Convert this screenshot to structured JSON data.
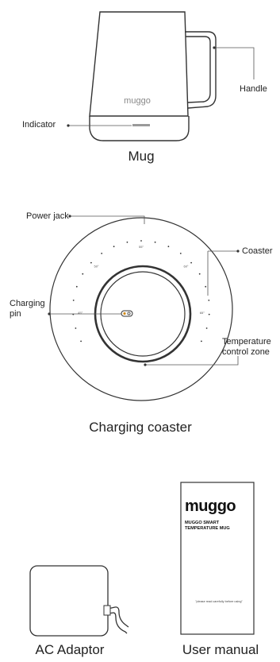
{
  "mug": {
    "title": "Mug",
    "brand": "muggo",
    "labels": {
      "indicator": "Indicator",
      "handle": "Handle"
    }
  },
  "coaster": {
    "title": "Charging coaster",
    "labels": {
      "power_jack": "Power jack",
      "coaster": "Coaster",
      "charging_pin": "Charging\npin",
      "temperature_zone": "Temperature\ncontrol zone"
    },
    "temp_marks": [
      "45°",
      "50°",
      "55°",
      "60°",
      "65°"
    ]
  },
  "adaptor": {
    "title": "AC Adaptor"
  },
  "manual": {
    "title": "User manual",
    "brand": "muggo",
    "subtitle": "MUGGO SMART\nTEMPERATURE MUG",
    "note": "\"please read carefully before using\""
  },
  "colors": {
    "stroke": "#333333",
    "indicator": "#9a9a9a"
  }
}
